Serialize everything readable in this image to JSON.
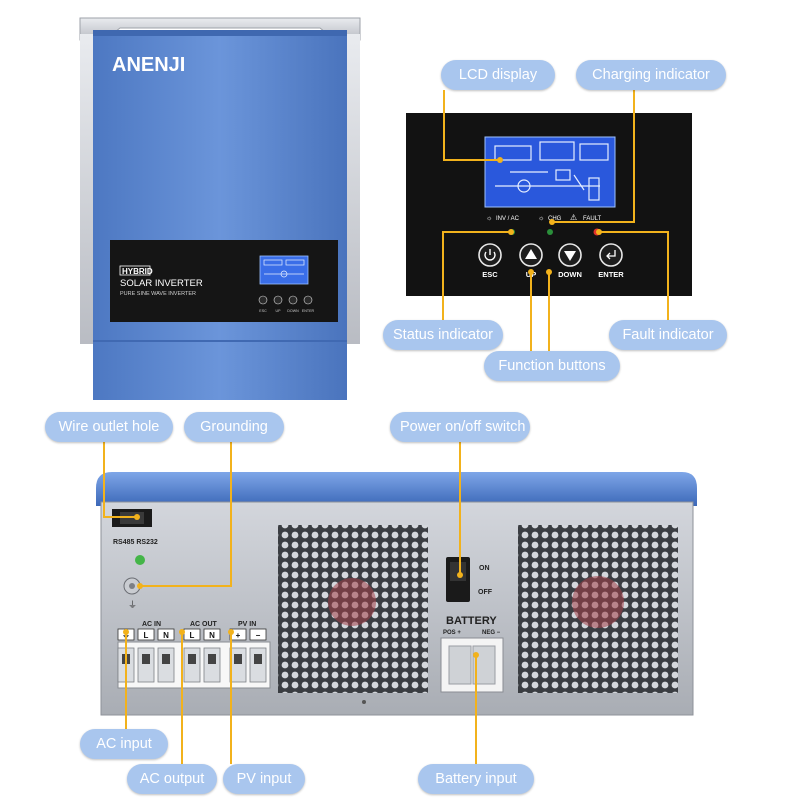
{
  "product": {
    "brand": "ANENJI",
    "panel_title_badge": "HYBRID",
    "panel_title": "SOLAR INVERTER",
    "panel_subtitle": "PURE SINE WAVE INVERTER",
    "small_buttons": [
      "ESC",
      "UP",
      "DOWN",
      "ENTER"
    ]
  },
  "control_panel": {
    "indicators": {
      "inv_ac": "INV / AC",
      "chg": "CHG",
      "fault": "FAULT"
    },
    "buttons": [
      {
        "label": "ESC",
        "icon": "power-icon"
      },
      {
        "label": "UP",
        "icon": "triangle-up-icon"
      },
      {
        "label": "DOWN",
        "icon": "triangle-down-icon"
      },
      {
        "label": "ENTER",
        "icon": "enter-arrow-icon"
      }
    ]
  },
  "rear_panel": {
    "ports_label": "RS485  RS232",
    "switch_on": "ON",
    "switch_off": "OFF",
    "terminal_groups": [
      "AC IN",
      "AC OUT",
      "PV IN"
    ],
    "terminal_labels": [
      "⏚",
      "L",
      "N",
      "L",
      "N",
      "+",
      "−"
    ],
    "battery_title": "BATTERY",
    "battery_pos": "POS +",
    "battery_neg": "NEG −"
  },
  "callouts": {
    "lcd_display": "LCD display",
    "charging_indicator": "Charging indicator",
    "status_indicator": "Status indicator",
    "fault_indicator": "Fault indicator",
    "function_buttons": "Function buttons",
    "wire_outlet_hole": "Wire outlet hole",
    "grounding": "Grounding",
    "power_switch": "Power on/off switch",
    "ac_input": "AC input",
    "ac_output": "AC output",
    "pv_input": "PV input",
    "battery_input": "Battery input"
  },
  "colors": {
    "callout_bg": "#a9c6ee",
    "leader_line": "#f2b21c",
    "inverter_blue": "#5b87cf",
    "panel_black": "#111111",
    "lcd_blue": "#2c5ae0"
  }
}
